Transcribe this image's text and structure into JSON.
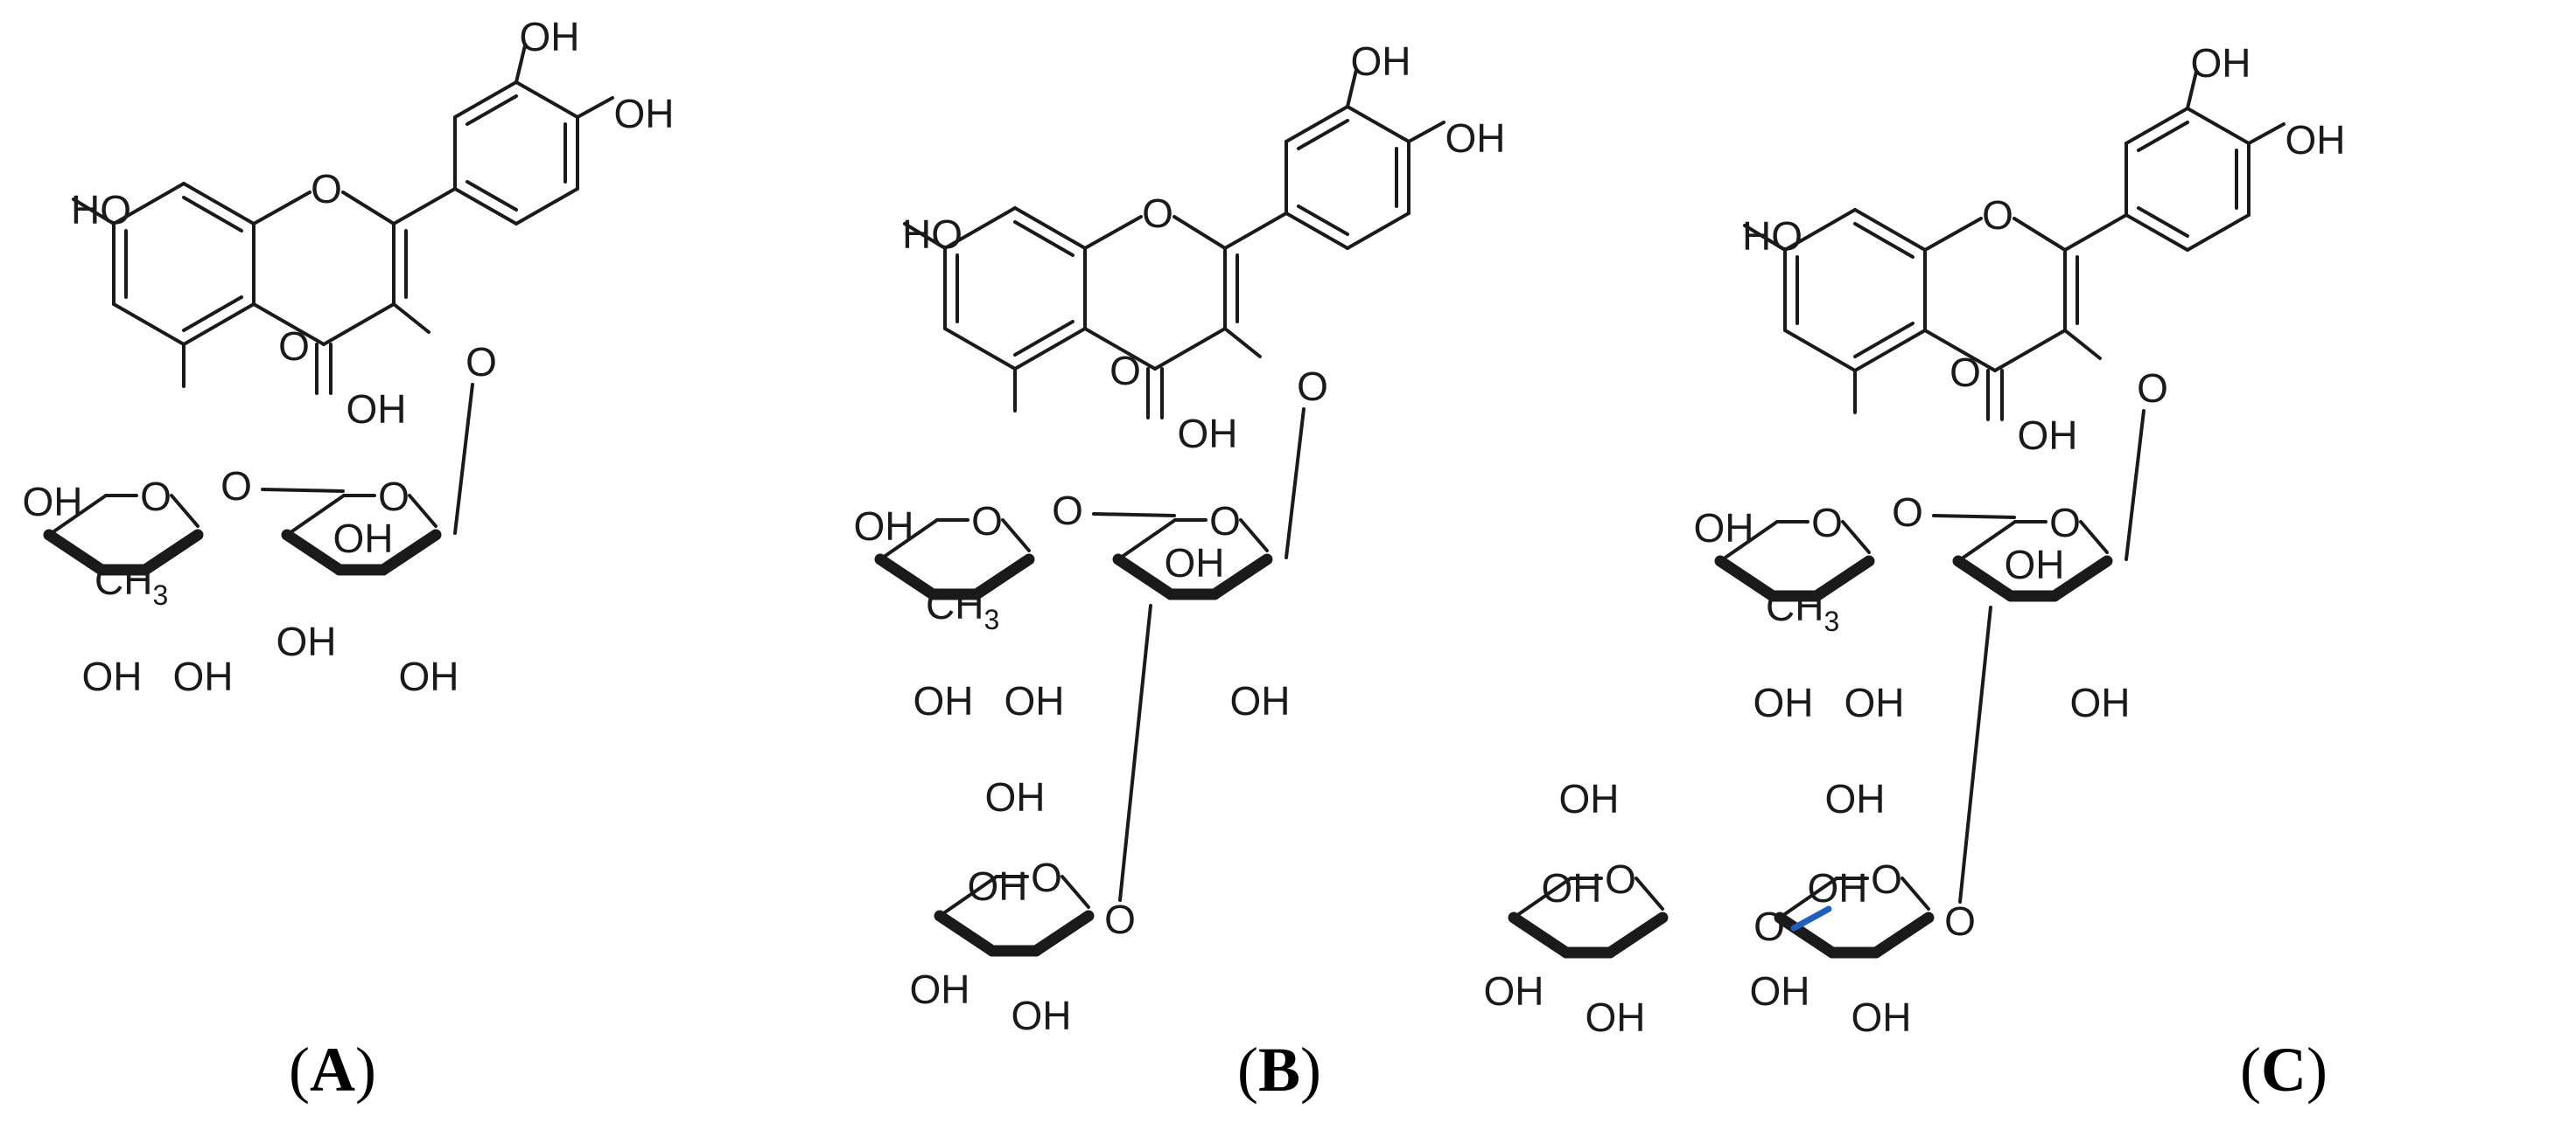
{
  "labels": {
    "oh": "OH",
    "ho": "HO",
    "o": "O",
    "ch3_main": "CH",
    "ch3_sub": "3"
  },
  "panels": [
    {
      "letter": "A",
      "open": "(",
      "close": ")"
    },
    {
      "letter": "B",
      "open": "(",
      "close": ")"
    },
    {
      "letter": "C",
      "open": "(",
      "close": ")"
    }
  ],
  "colors": {
    "ink": "#1a1a1a",
    "linkage_bond": "#1f5fbf"
  }
}
